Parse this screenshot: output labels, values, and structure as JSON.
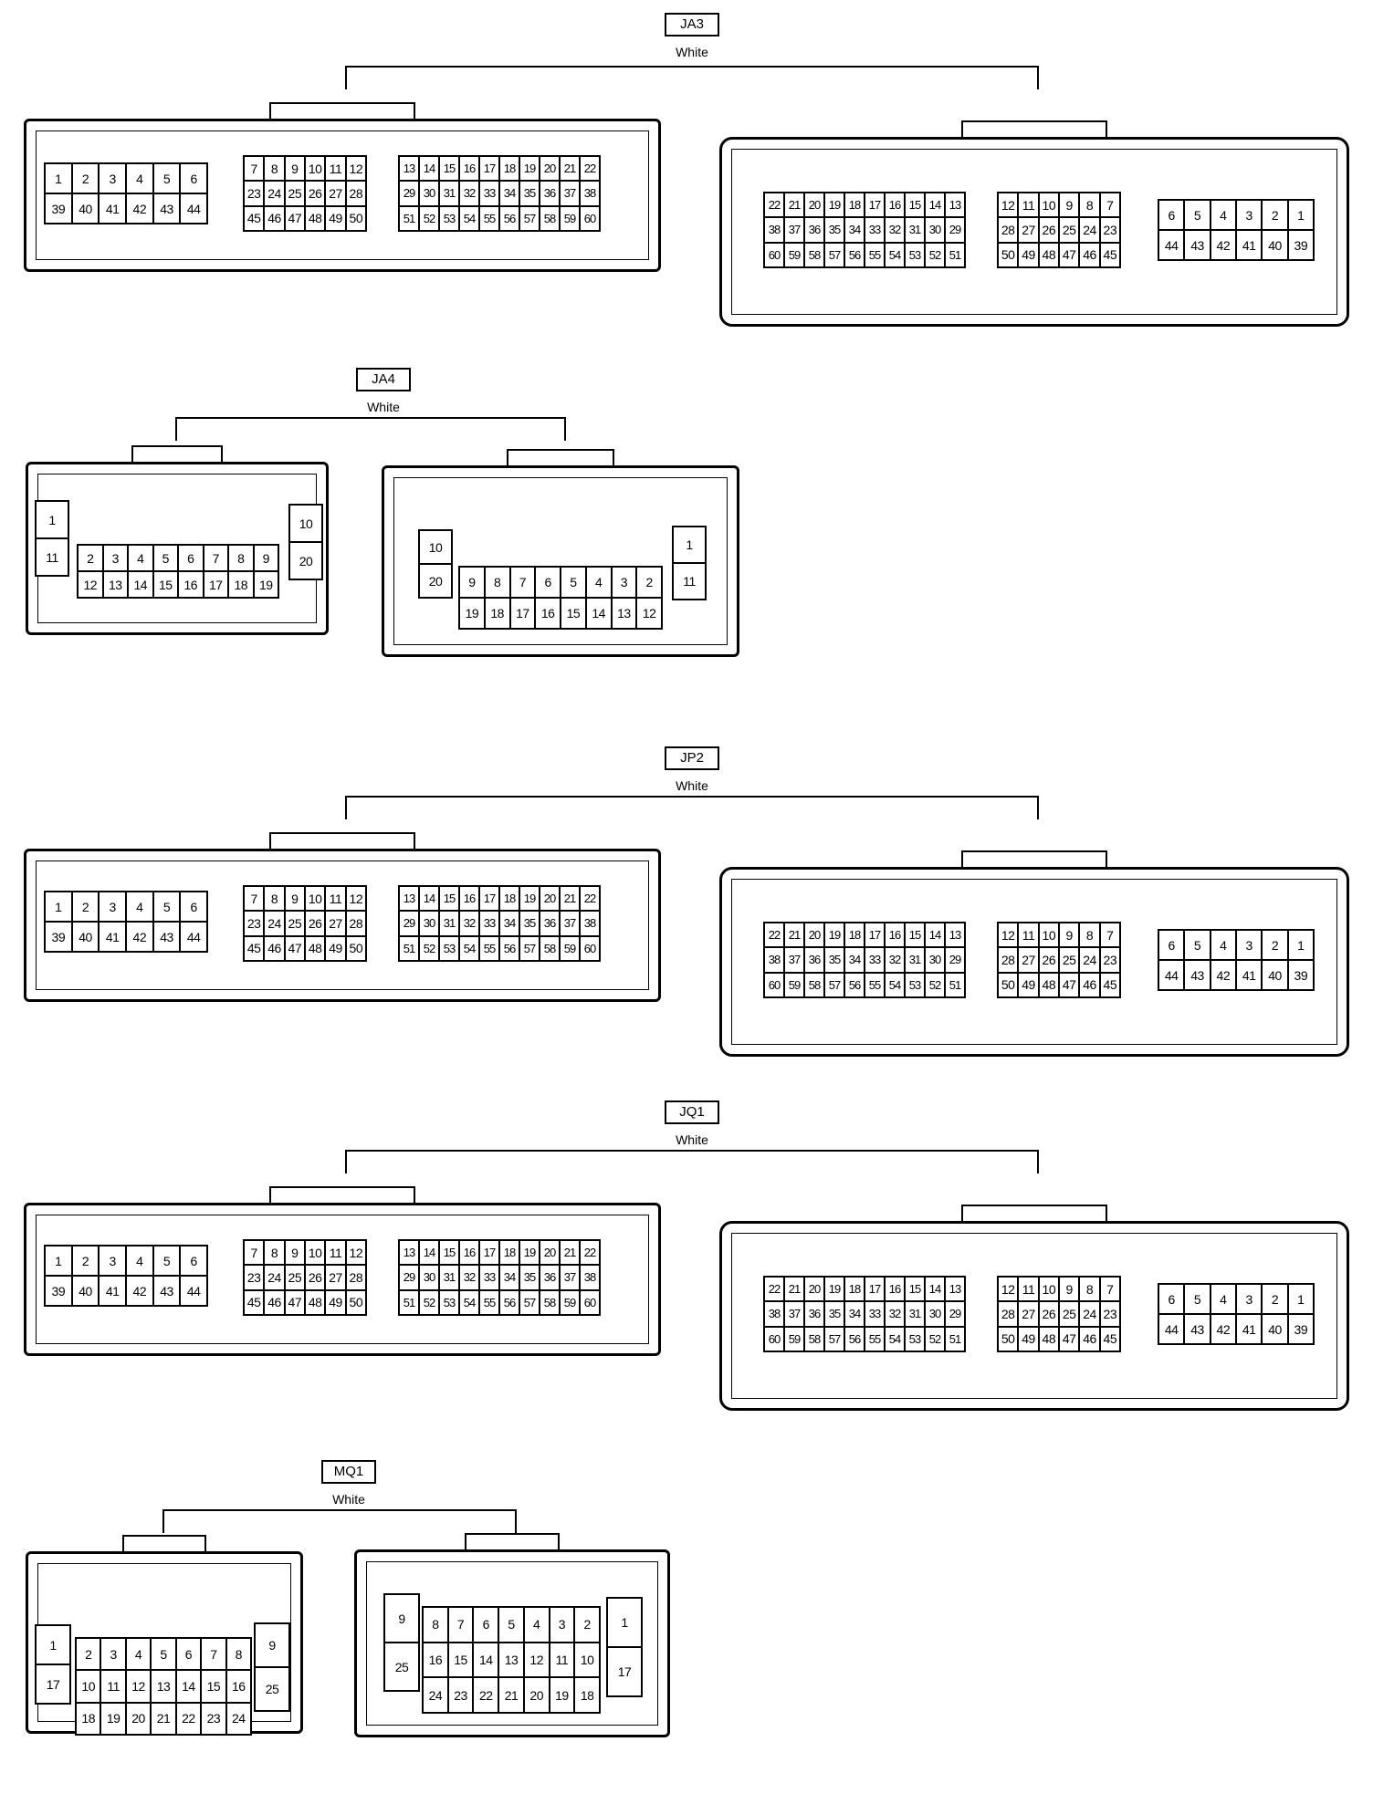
{
  "connectors": [
    {
      "id": "ja3",
      "name": "JA3",
      "color": "White",
      "blocks": [
        {
          "rows": [
            [
              "1",
              "2",
              "3",
              "4",
              "5",
              "6"
            ],
            [
              "39",
              "40",
              "41",
              "42",
              "43",
              "44"
            ]
          ]
        },
        {
          "rows": [
            [
              "7",
              "8",
              "9",
              "10",
              "11",
              "12"
            ],
            [
              "23",
              "24",
              "25",
              "26",
              "27",
              "28"
            ],
            [
              "45",
              "46",
              "47",
              "48",
              "49",
              "50"
            ]
          ]
        },
        {
          "rows": [
            [
              "13",
              "14",
              "15",
              "16",
              "17",
              "18",
              "19",
              "20",
              "21",
              "22"
            ],
            [
              "29",
              "30",
              "31",
              "32",
              "33",
              "34",
              "35",
              "36",
              "37",
              "38"
            ],
            [
              "51",
              "52",
              "53",
              "54",
              "55",
              "56",
              "57",
              "58",
              "59",
              "60"
            ]
          ]
        },
        {
          "rows": [
            [
              "22",
              "21",
              "20",
              "19",
              "18",
              "17",
              "16",
              "15",
              "14",
              "13"
            ],
            [
              "38",
              "37",
              "36",
              "35",
              "34",
              "33",
              "32",
              "31",
              "30",
              "29"
            ],
            [
              "60",
              "59",
              "58",
              "57",
              "56",
              "55",
              "54",
              "53",
              "52",
              "51"
            ]
          ]
        },
        {
          "rows": [
            [
              "12",
              "11",
              "10",
              "9",
              "8",
              "7"
            ],
            [
              "28",
              "27",
              "26",
              "25",
              "24",
              "23"
            ],
            [
              "50",
              "49",
              "48",
              "47",
              "46",
              "45"
            ]
          ]
        },
        {
          "rows": [
            [
              "6",
              "5",
              "4",
              "3",
              "2",
              "1"
            ],
            [
              "44",
              "43",
              "42",
              "41",
              "40",
              "39"
            ]
          ]
        }
      ]
    },
    {
      "id": "ja4",
      "name": "JA4",
      "color": "White",
      "blocks": [
        {
          "rows": [
            [
              "1"
            ],
            [
              "11"
            ]
          ]
        },
        {
          "rows": [
            [
              "2",
              "3",
              "4",
              "5",
              "6",
              "7",
              "8",
              "9"
            ],
            [
              "12",
              "13",
              "14",
              "15",
              "16",
              "17",
              "18",
              "19"
            ]
          ]
        },
        {
          "rows": [
            [
              "10"
            ],
            [
              "20"
            ]
          ]
        },
        {
          "rows": [
            [
              "10"
            ],
            [
              "20"
            ]
          ]
        },
        {
          "rows": [
            [
              "9",
              "8",
              "7",
              "6",
              "5",
              "4",
              "3",
              "2"
            ],
            [
              "19",
              "18",
              "17",
              "16",
              "15",
              "14",
              "13",
              "12"
            ]
          ]
        },
        {
          "rows": [
            [
              "1"
            ],
            [
              "11"
            ]
          ]
        }
      ]
    },
    {
      "id": "jp2",
      "name": "JP2",
      "color": "White",
      "blocks": [
        {
          "rows": [
            [
              "1",
              "2",
              "3",
              "4",
              "5",
              "6"
            ],
            [
              "39",
              "40",
              "41",
              "42",
              "43",
              "44"
            ]
          ]
        },
        {
          "rows": [
            [
              "7",
              "8",
              "9",
              "10",
              "11",
              "12"
            ],
            [
              "23",
              "24",
              "25",
              "26",
              "27",
              "28"
            ],
            [
              "45",
              "46",
              "47",
              "48",
              "49",
              "50"
            ]
          ]
        },
        {
          "rows": [
            [
              "13",
              "14",
              "15",
              "16",
              "17",
              "18",
              "19",
              "20",
              "21",
              "22"
            ],
            [
              "29",
              "30",
              "31",
              "32",
              "33",
              "34",
              "35",
              "36",
              "37",
              "38"
            ],
            [
              "51",
              "52",
              "53",
              "54",
              "55",
              "56",
              "57",
              "58",
              "59",
              "60"
            ]
          ]
        },
        {
          "rows": [
            [
              "22",
              "21",
              "20",
              "19",
              "18",
              "17",
              "16",
              "15",
              "14",
              "13"
            ],
            [
              "38",
              "37",
              "36",
              "35",
              "34",
              "33",
              "32",
              "31",
              "30",
              "29"
            ],
            [
              "60",
              "59",
              "58",
              "57",
              "56",
              "55",
              "54",
              "53",
              "52",
              "51"
            ]
          ]
        },
        {
          "rows": [
            [
              "12",
              "11",
              "10",
              "9",
              "8",
              "7"
            ],
            [
              "28",
              "27",
              "26",
              "25",
              "24",
              "23"
            ],
            [
              "50",
              "49",
              "48",
              "47",
              "46",
              "45"
            ]
          ]
        },
        {
          "rows": [
            [
              "6",
              "5",
              "4",
              "3",
              "2",
              "1"
            ],
            [
              "44",
              "43",
              "42",
              "41",
              "40",
              "39"
            ]
          ]
        }
      ]
    },
    {
      "id": "jq1",
      "name": "JQ1",
      "color": "White",
      "blocks": [
        {
          "rows": [
            [
              "1",
              "2",
              "3",
              "4",
              "5",
              "6"
            ],
            [
              "39",
              "40",
              "41",
              "42",
              "43",
              "44"
            ]
          ]
        },
        {
          "rows": [
            [
              "7",
              "8",
              "9",
              "10",
              "11",
              "12"
            ],
            [
              "23",
              "24",
              "25",
              "26",
              "27",
              "28"
            ],
            [
              "45",
              "46",
              "47",
              "48",
              "49",
              "50"
            ]
          ]
        },
        {
          "rows": [
            [
              "13",
              "14",
              "15",
              "16",
              "17",
              "18",
              "19",
              "20",
              "21",
              "22"
            ],
            [
              "29",
              "30",
              "31",
              "32",
              "33",
              "34",
              "35",
              "36",
              "37",
              "38"
            ],
            [
              "51",
              "52",
              "53",
              "54",
              "55",
              "56",
              "57",
              "58",
              "59",
              "60"
            ]
          ]
        },
        {
          "rows": [
            [
              "22",
              "21",
              "20",
              "19",
              "18",
              "17",
              "16",
              "15",
              "14",
              "13"
            ],
            [
              "38",
              "37",
              "36",
              "35",
              "34",
              "33",
              "32",
              "31",
              "30",
              "29"
            ],
            [
              "60",
              "59",
              "58",
              "57",
              "56",
              "55",
              "54",
              "53",
              "52",
              "51"
            ]
          ]
        },
        {
          "rows": [
            [
              "12",
              "11",
              "10",
              "9",
              "8",
              "7"
            ],
            [
              "28",
              "27",
              "26",
              "25",
              "24",
              "23"
            ],
            [
              "50",
              "49",
              "48",
              "47",
              "46",
              "45"
            ]
          ]
        },
        {
          "rows": [
            [
              "6",
              "5",
              "4",
              "3",
              "2",
              "1"
            ],
            [
              "44",
              "43",
              "42",
              "41",
              "40",
              "39"
            ]
          ]
        }
      ]
    },
    {
      "id": "mq1",
      "name": "MQ1",
      "color": "White",
      "blocks": [
        {
          "rows": [
            [
              "1"
            ],
            [
              "17"
            ]
          ]
        },
        {
          "rows": [
            [
              "2",
              "3",
              "4",
              "5",
              "6",
              "7",
              "8"
            ],
            [
              "10",
              "11",
              "12",
              "13",
              "14",
              "15",
              "16"
            ],
            [
              "18",
              "19",
              "20",
              "21",
              "22",
              "23",
              "24"
            ]
          ]
        },
        {
          "rows": [
            [
              "9"
            ],
            [
              "25"
            ]
          ]
        },
        {
          "rows": [
            [
              "9"
            ],
            [
              "25"
            ]
          ]
        },
        {
          "rows": [
            [
              "8",
              "7",
              "6",
              "5",
              "4",
              "3",
              "2"
            ],
            [
              "16",
              "15",
              "14",
              "13",
              "12",
              "11",
              "10"
            ],
            [
              "24",
              "23",
              "22",
              "21",
              "20",
              "19",
              "18"
            ]
          ]
        },
        {
          "rows": [
            [
              "1"
            ],
            [
              "17"
            ]
          ]
        }
      ]
    }
  ]
}
